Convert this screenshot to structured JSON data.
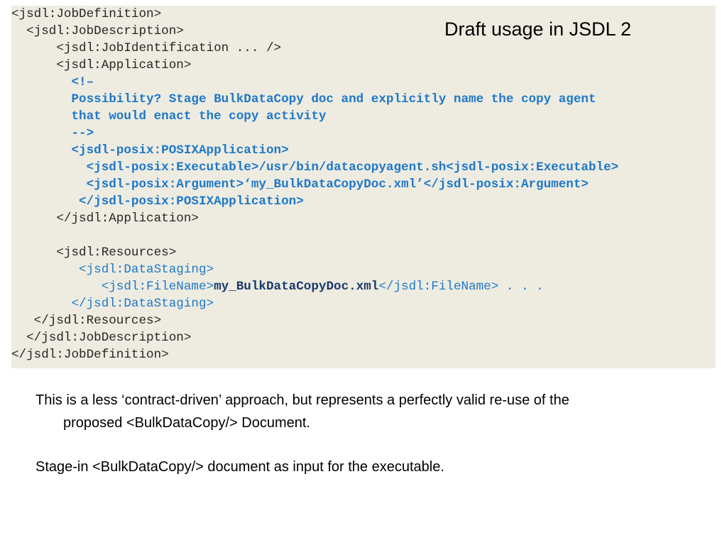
{
  "slide": {
    "title": "Draft usage in JSDL 2"
  },
  "code": {
    "l01": "<jsdl:JobDefinition>",
    "l02": "  <jsdl:JobDescription>",
    "l03": "      <jsdl:JobIdentification ... />",
    "l04": "      <jsdl:Application>",
    "l05": "        <!–",
    "l06": "        Possibility? Stage BulkDataCopy doc and explicitly name the copy agent",
    "l07": "        that would enact the copy activity",
    "l08": "        -->",
    "l09": "        <jsdl-posix:POSIXApplication>",
    "l10": "          <jsdl-posix:Executable>/usr/bin/datacopyagent.sh<jsdl-posix:Executable>",
    "l11": "          <jsdl-posix:Argument>‘my_BulkDataCopyDoc.xml’</jsdl-posix:Argument>",
    "l12": "         </jsdl-posix:POSIXApplication>",
    "l13": "      </jsdl:Application>",
    "l14": "      <jsdl:Resources>",
    "l15": "         <jsdl:DataStaging>",
    "l16_pre": "            <jsdl:FileName>",
    "l16_file": "my_BulkDataCopyDoc.xml",
    "l16_post": "</jsdl:FileName> . . .",
    "l17": "        </jsdl:DataStaging>",
    "l18": "   </jsdl:Resources>",
    "l19": "  </jsdl:JobDescription>",
    "l20": "</jsdl:JobDefinition>"
  },
  "body": {
    "para1_line1": "This is a less ‘contract-driven’ approach, but represents a perfectly valid re-use of the",
    "para1_line2": "proposed <BulkDataCopy/> Document.",
    "para2": "Stage-in <BulkDataCopy/> document as input for the executable."
  },
  "colors": {
    "panel_background": "#eeece1",
    "code_text": "#262626",
    "code_highlight_blue": "#1f78c8"
  }
}
